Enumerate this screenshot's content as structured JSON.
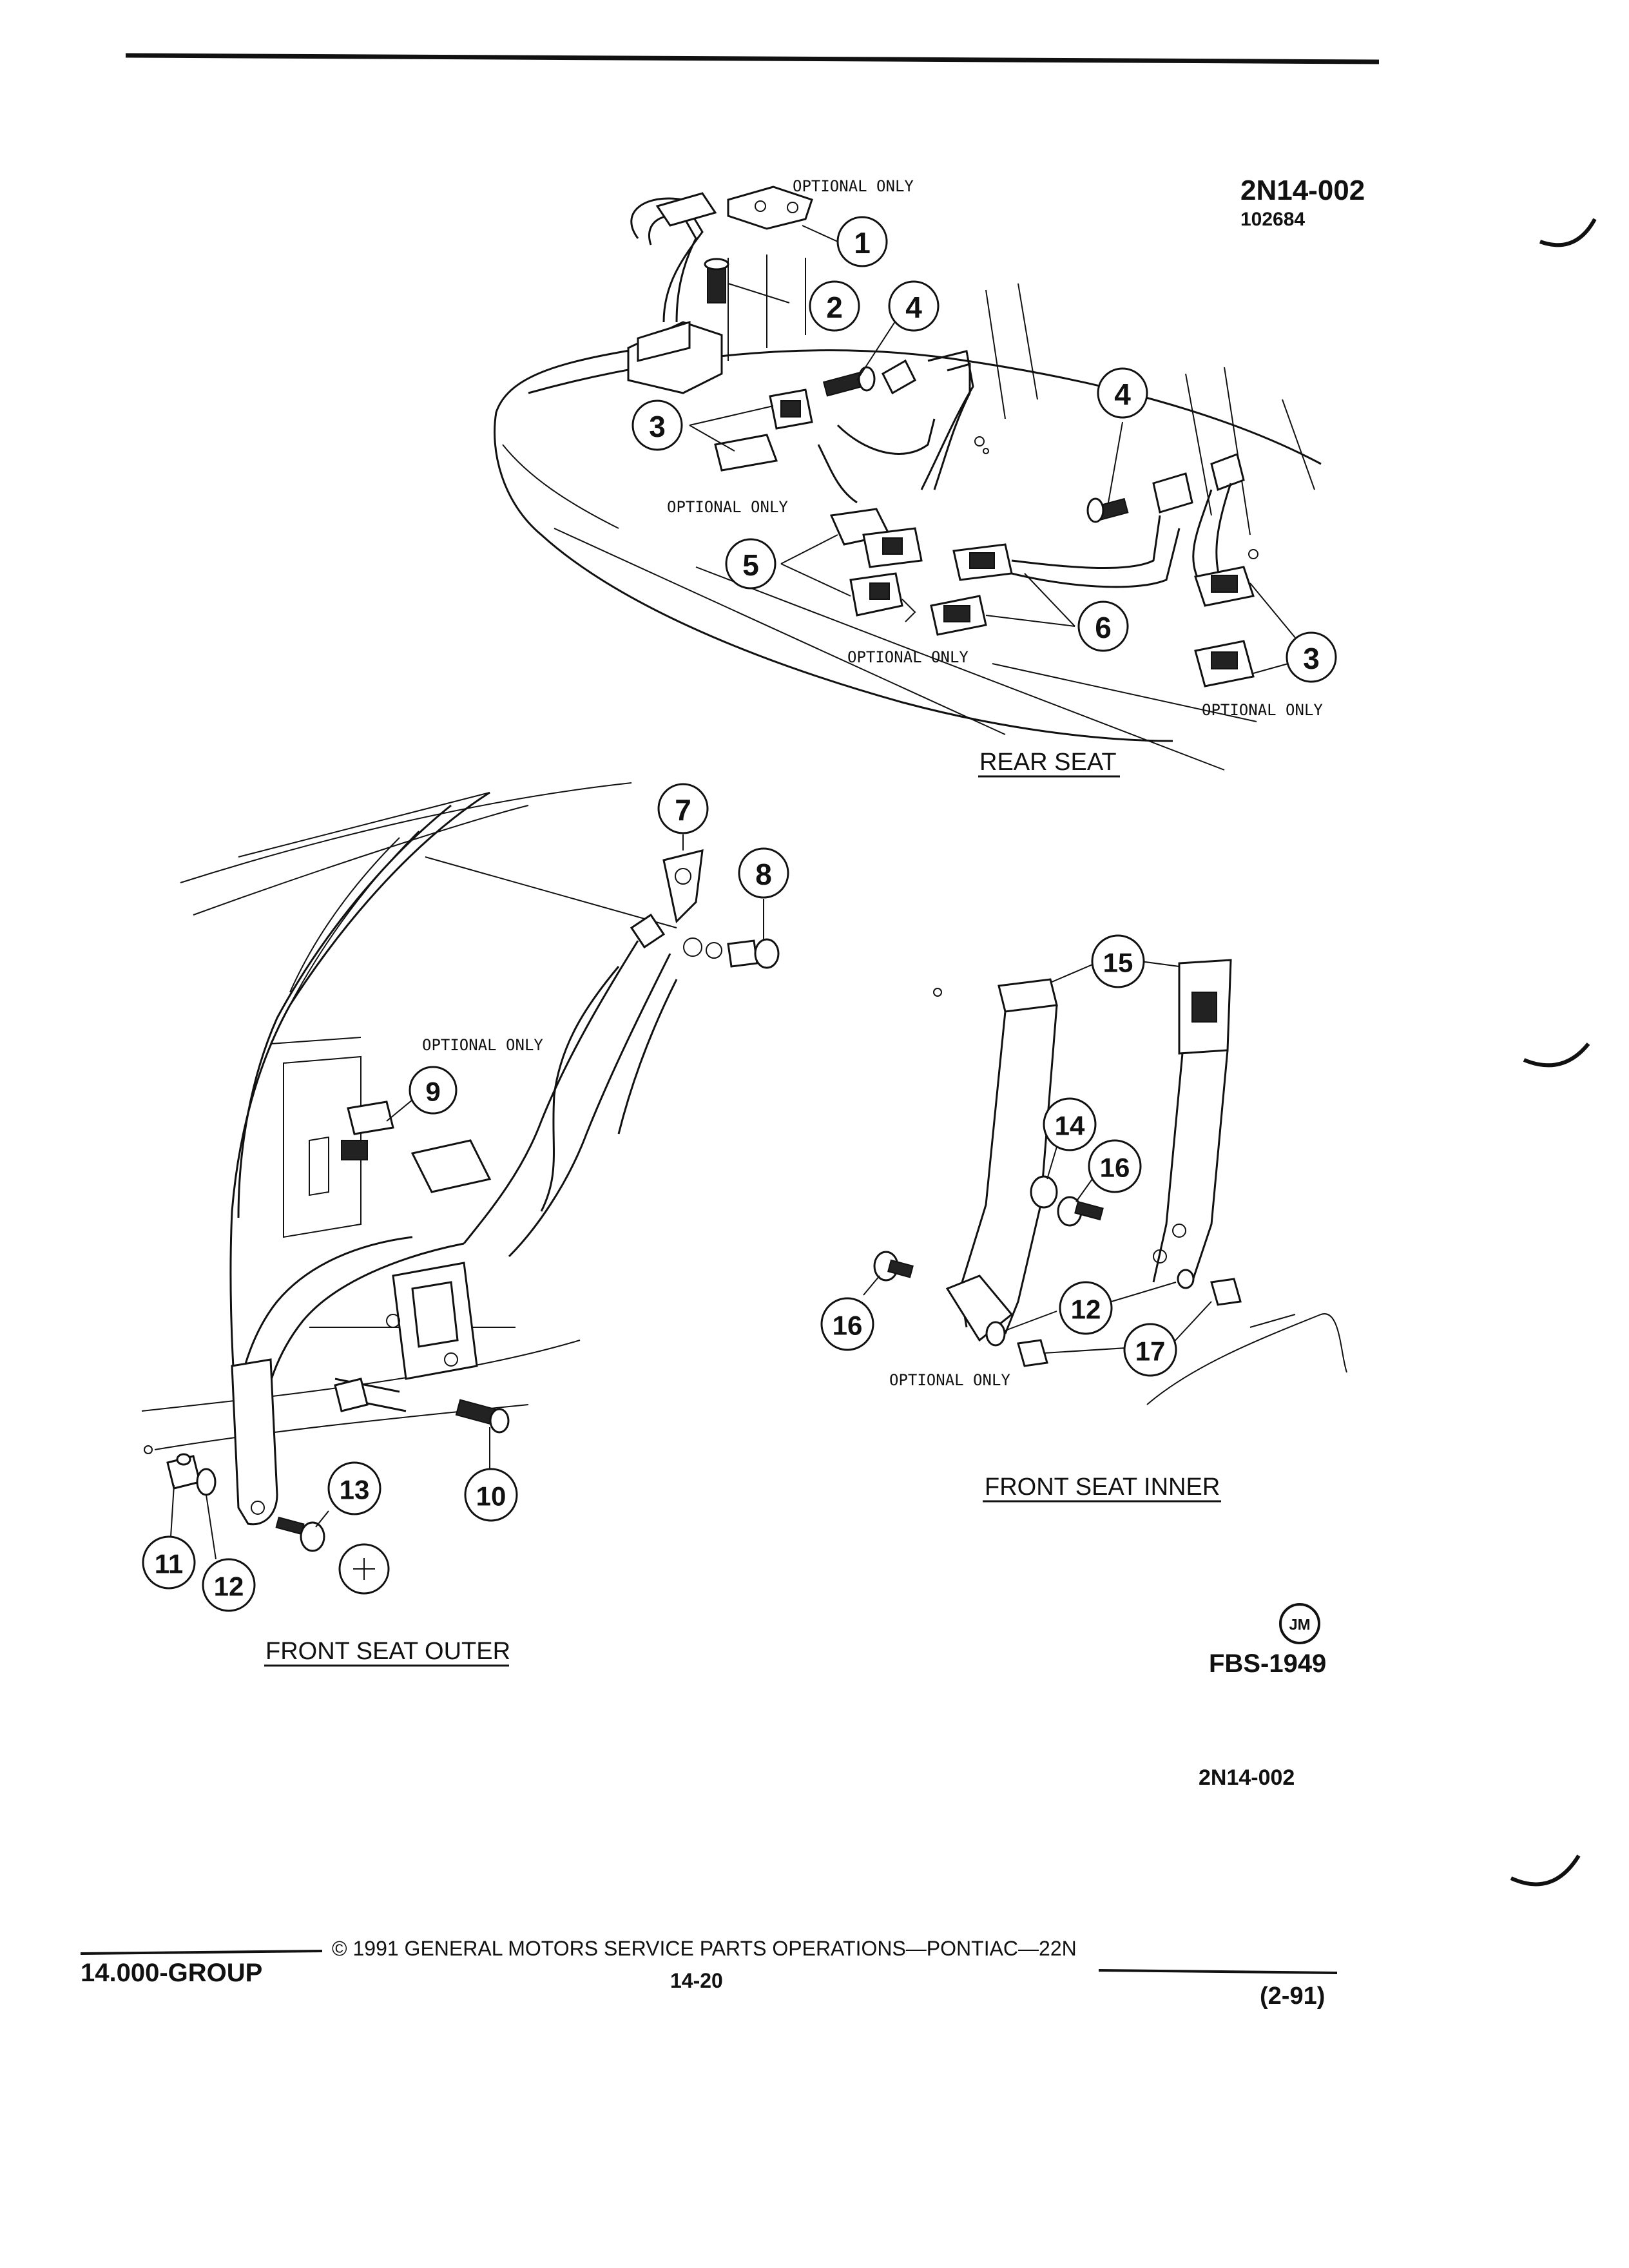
{
  "diagram": {
    "header": {
      "code": "2N14-002",
      "subcode": "102684"
    },
    "sections": {
      "rear_seat": "REAR SEAT",
      "front_seat_outer": "FRONT SEAT OUTER",
      "front_seat_inner": "FRONT SEAT INNER"
    },
    "optional_label": "OPTIONAL ONLY",
    "callouts": {
      "c1": "1",
      "c2": "2",
      "c3": "3",
      "c4": "4",
      "c5": "5",
      "c6": "6",
      "c7": "7",
      "c8": "8",
      "c9": "9",
      "c10": "10",
      "c11": "11",
      "c12": "12",
      "c13": "13",
      "c14": "14",
      "c15": "15",
      "c16": "16",
      "c17": "17"
    },
    "logo": "JM",
    "figure_code": "FBS-1949",
    "figure_ref": "2N14-002"
  },
  "footer": {
    "group": "14.000-GROUP",
    "copyright": "© 1991 GENERAL MOTORS SERVICE PARTS OPERATIONS—PONTIAC—22N",
    "page": "14-20",
    "revision": "(2-91)"
  }
}
